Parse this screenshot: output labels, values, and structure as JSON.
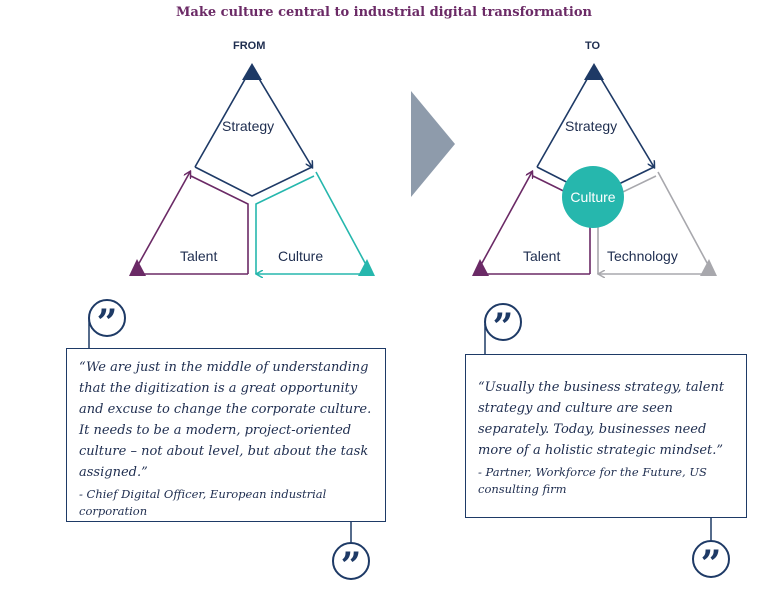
{
  "title": "Make culture central to industrial digital transformation",
  "from": {
    "header": "FROM",
    "strategy": "Strategy",
    "talent": "Talent",
    "culture": "Culture"
  },
  "to": {
    "header": "TO",
    "strategy": "Strategy",
    "talent": "Talent",
    "technology": "Technology",
    "culture": "Culture"
  },
  "quote_left": {
    "text": "“We are just in the middle of understanding that the digitization is a great opportunity and excuse to change the corporate culture. It needs to be a modern, project-oriented culture – not about level, but about the task assigned.”",
    "attribution": "- Chief Digital Officer, European industrial corporation"
  },
  "quote_right": {
    "text": "“Usually the business strategy, talent strategy and culture are seen separately. Today, businesses need more of a holistic strategic mindset.”",
    "attribution": "- Partner, Workforce for the Future, US consulting firm"
  },
  "quote_mark": "”",
  "colors": {
    "navy": "#1e3a66",
    "purple": "#6b2a66",
    "teal": "#26b7ad",
    "gray": "#a8a8ad",
    "arrow_gray": "#8e9bab"
  }
}
